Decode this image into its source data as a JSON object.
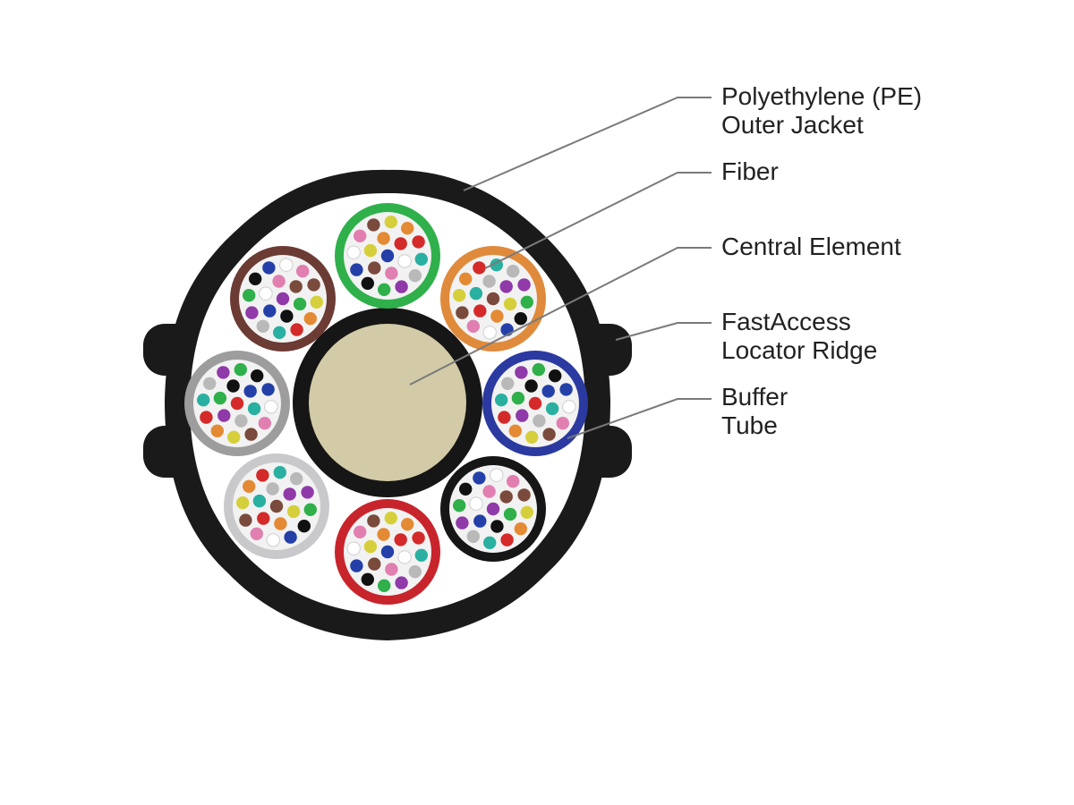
{
  "labels": {
    "outer_jacket": {
      "line1": "Polyethylene (PE)",
      "line2": "Outer Jacket"
    },
    "fiber": {
      "line1": "Fiber"
    },
    "central_element": {
      "line1": "Central Element"
    },
    "locator_ridge": {
      "line1": "FastAccess",
      "line2": "Locator Ridge"
    },
    "buffer_tube": {
      "line1": "Buffer",
      "line2": "Tube"
    }
  },
  "colors": {
    "jacket": "#1b1a1a",
    "filler": "#ffffff",
    "central_element_core": "#d3cba7",
    "central_element_ring": "#161616",
    "leader_line": "#7a7a7a",
    "text": "#222222"
  },
  "buffer_tubes": [
    {
      "name": "green",
      "ring": "#2fb04a"
    },
    {
      "name": "orange",
      "ring": "#e08a3c"
    },
    {
      "name": "blue",
      "ring": "#2b3aa0"
    },
    {
      "name": "black",
      "ring": "#161616"
    },
    {
      "name": "red",
      "ring": "#c8242b"
    },
    {
      "name": "light-gray",
      "ring": "#c9c9cc"
    },
    {
      "name": "gray",
      "ring": "#9d9d9d"
    },
    {
      "name": "brown",
      "ring": "#6b3b34"
    }
  ],
  "fiber_colors": [
    "#2440a8",
    "#e48a34",
    "#2fb04a",
    "#7a4a3c",
    "#b9b9b9",
    "#ffffff",
    "#d42a2a",
    "#111111",
    "#d6cf3c",
    "#8f3aa8",
    "#e07fb0",
    "#2ab0a0"
  ]
}
